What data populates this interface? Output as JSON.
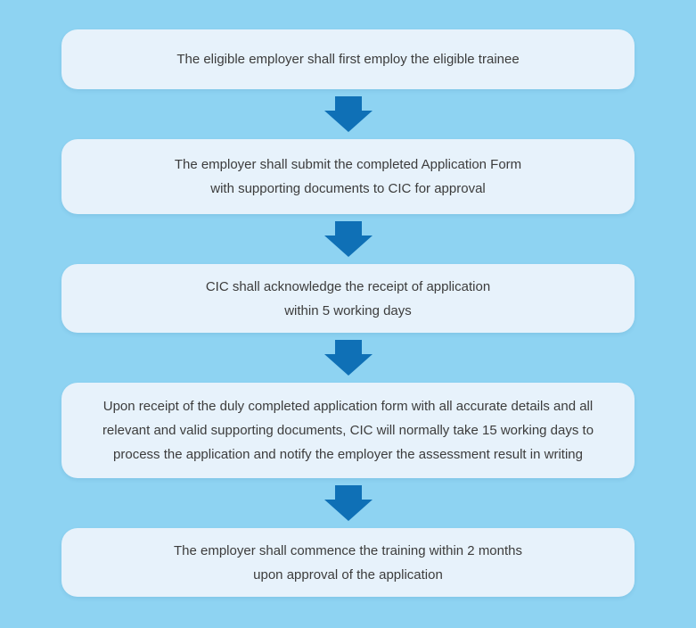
{
  "theme": {
    "background": "#8ed3f2",
    "box_fill": "#e7f2fb",
    "arrow_color": "#0f70b6",
    "text_color": "#3c3c3c"
  },
  "icons": {
    "connector": "down-arrow"
  },
  "flowchart": {
    "steps": [
      {
        "lines": [
          "The eligible employer shall first employ the eligible trainee"
        ]
      },
      {
        "lines": [
          "The employer shall submit the completed Application Form",
          "with supporting documents to CIC for approval"
        ]
      },
      {
        "lines": [
          "CIC shall acknowledge the receipt of application",
          "within 5 working days"
        ]
      },
      {
        "lines": [
          "Upon receipt of the duly completed application form with all accurate details and all",
          "relevant and valid supporting documents, CIC will normally take 15 working days to",
          "process the application and notify the employer the assessment result in writing"
        ]
      },
      {
        "lines": [
          "The employer shall commence the training within 2 months",
          "upon approval of the application"
        ]
      }
    ]
  }
}
